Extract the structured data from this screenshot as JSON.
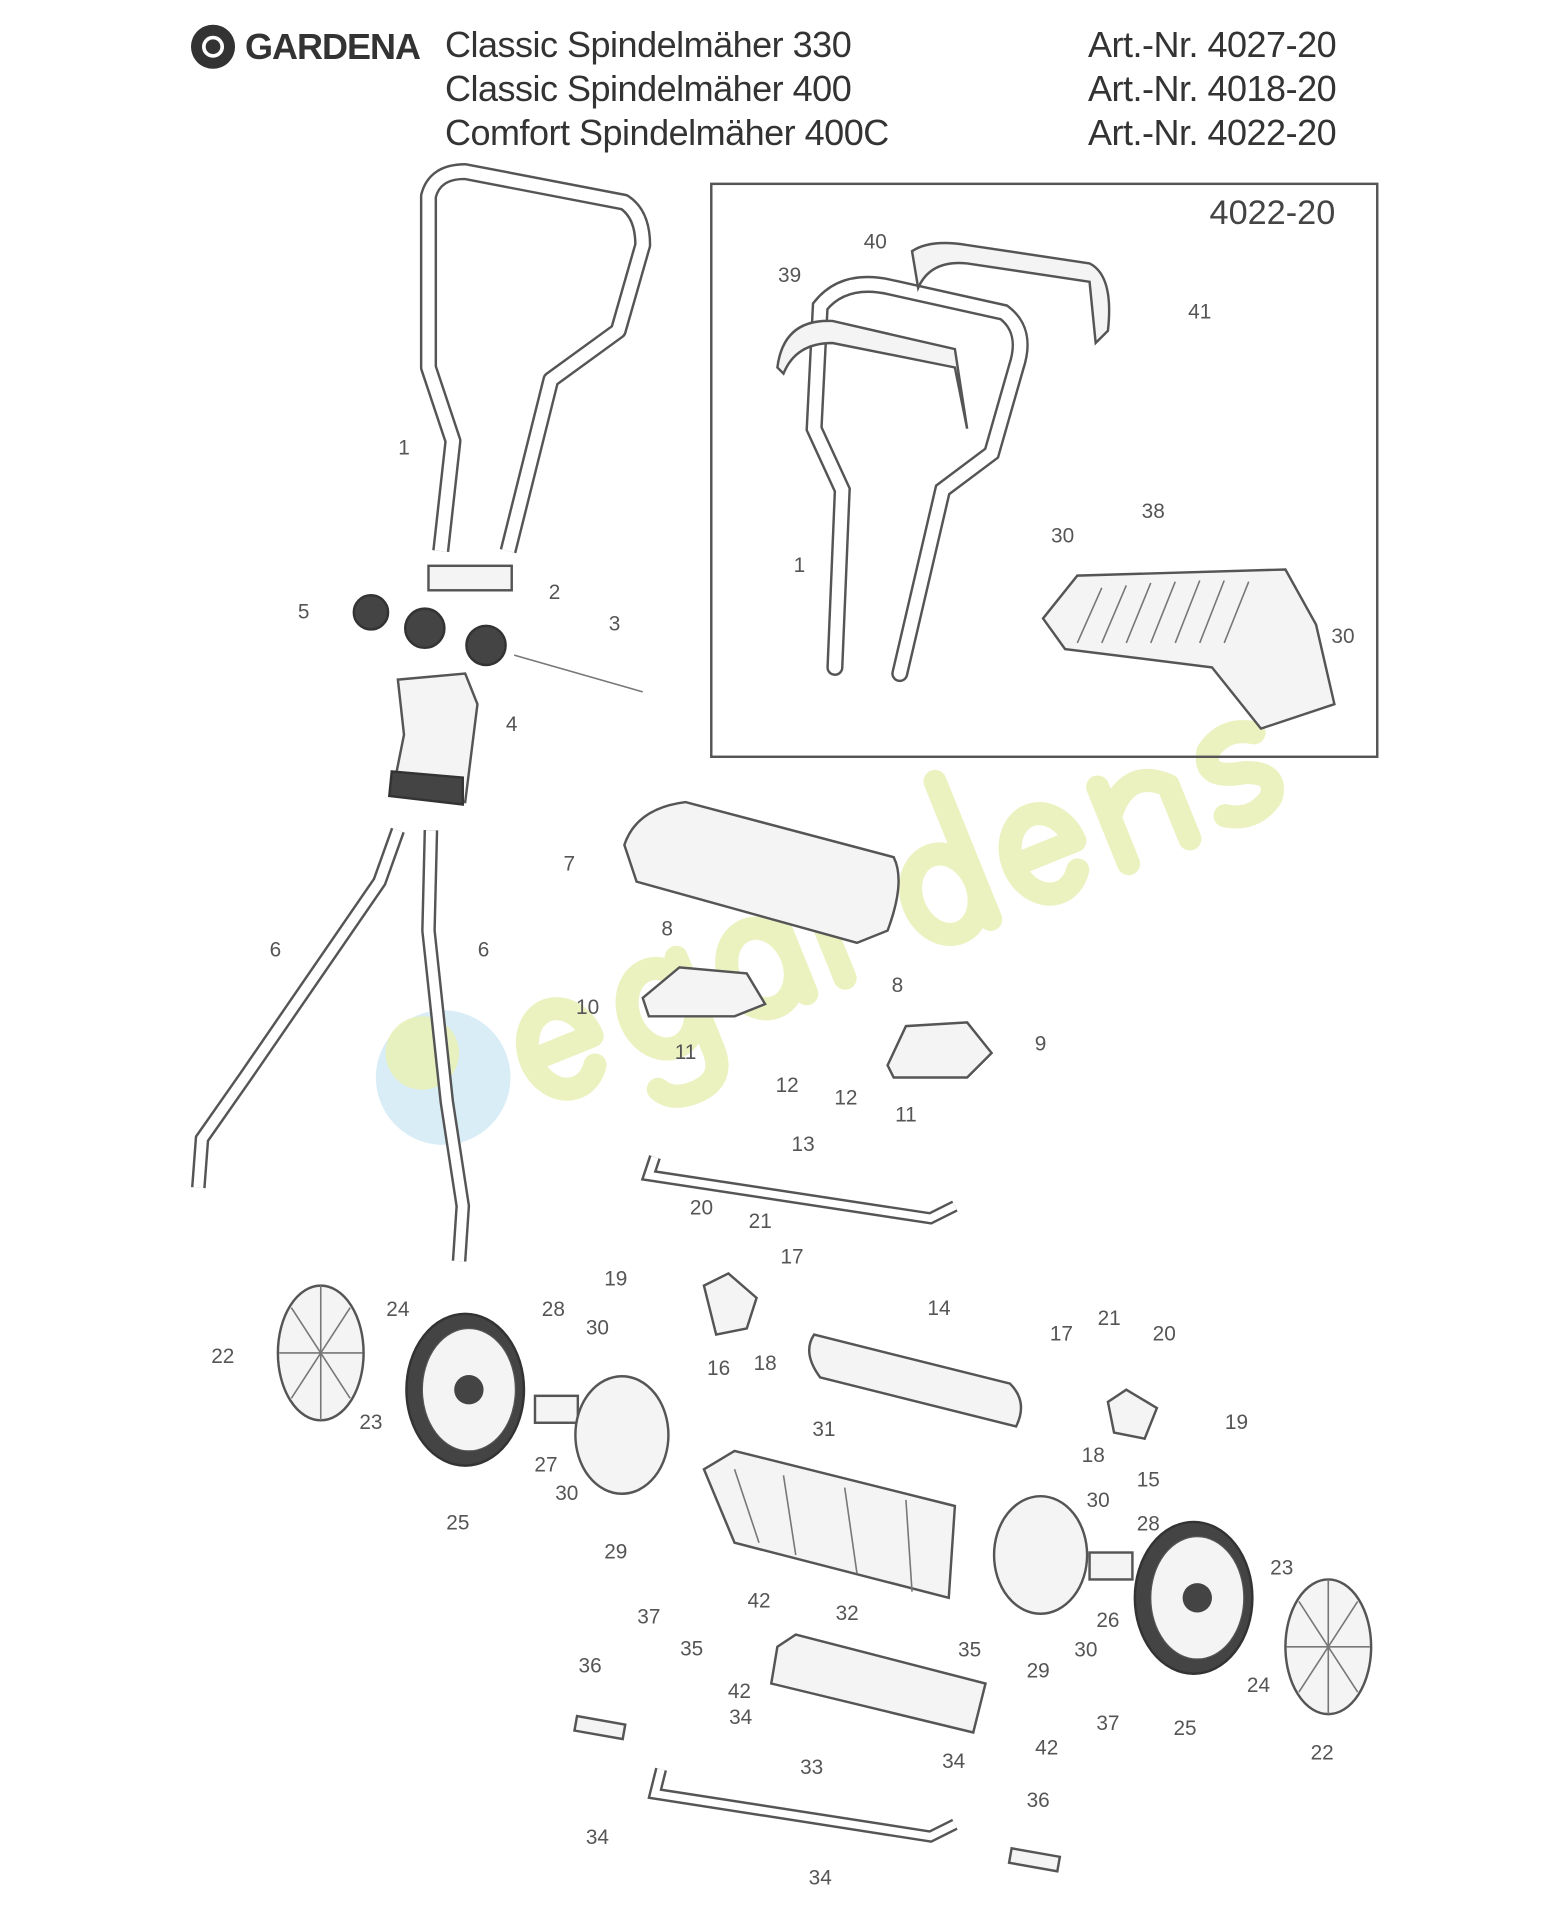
{
  "header": {
    "brand": "GARDENA",
    "models": [
      {
        "name": "Classic Spindelmäher 330",
        "art_nr": "Art.-Nr. 4027-20"
      },
      {
        "name": "Classic Spindelmäher 400",
        "art_nr": "Art.-Nr. 4018-20"
      },
      {
        "name": "Comfort Spindelmäher 400C",
        "art_nr": "Art.-Nr. 4022-20"
      }
    ]
  },
  "inset": {
    "title": "4022-20",
    "callouts": [
      "40",
      "39",
      "41",
      "1",
      "30",
      "38",
      "30"
    ]
  },
  "watermark": "egardens",
  "callouts": [
    "1",
    "2",
    "5",
    "3",
    "4",
    "7",
    "6",
    "6",
    "8",
    "10",
    "8",
    "9",
    "11",
    "12",
    "12",
    "11",
    "13",
    "20",
    "21",
    "17",
    "19",
    "16",
    "18",
    "14",
    "24",
    "22",
    "28",
    "30",
    "23",
    "27",
    "30",
    "25",
    "29",
    "31",
    "17",
    "21",
    "20",
    "19",
    "18",
    "15",
    "30",
    "28",
    "26",
    "30",
    "29",
    "23",
    "24",
    "25",
    "22",
    "37",
    "42",
    "32",
    "35",
    "35",
    "36",
    "42",
    "34",
    "37",
    "42",
    "34",
    "33",
    "36",
    "34",
    "34"
  ]
}
